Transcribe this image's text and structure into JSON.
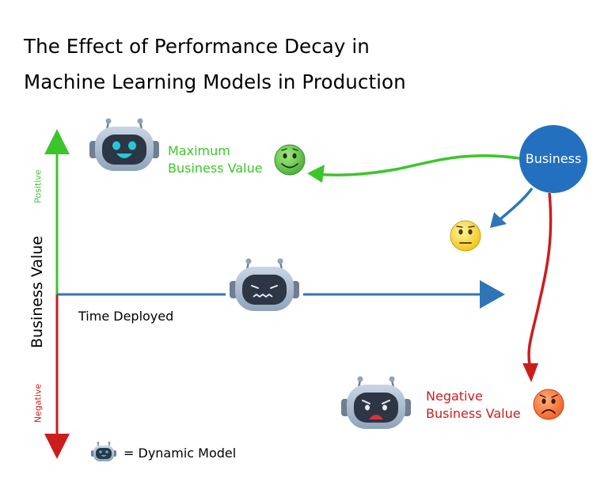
{
  "title": {
    "line1": "The Effect of Performance Decay in",
    "line2": "Machine Learning Models in Production"
  },
  "axis": {
    "y_label": "Business Value",
    "positive": "Positive",
    "negative": "Negative",
    "x_label": "Time Deployed"
  },
  "nodes": {
    "business": "Business",
    "max_value": [
      "Maximum",
      "Business Value"
    ],
    "neg_value": [
      "Negative",
      "Business Value"
    ]
  },
  "legend": {
    "text": "= Dynamic Model"
  },
  "colors": {
    "positive": "#3cc52a",
    "negative": "#cc1d1d",
    "time_axis": "#2f75b5",
    "business": "#2370c0",
    "robot_body": "#a9bcd1",
    "robot_face": "#2d3644"
  }
}
